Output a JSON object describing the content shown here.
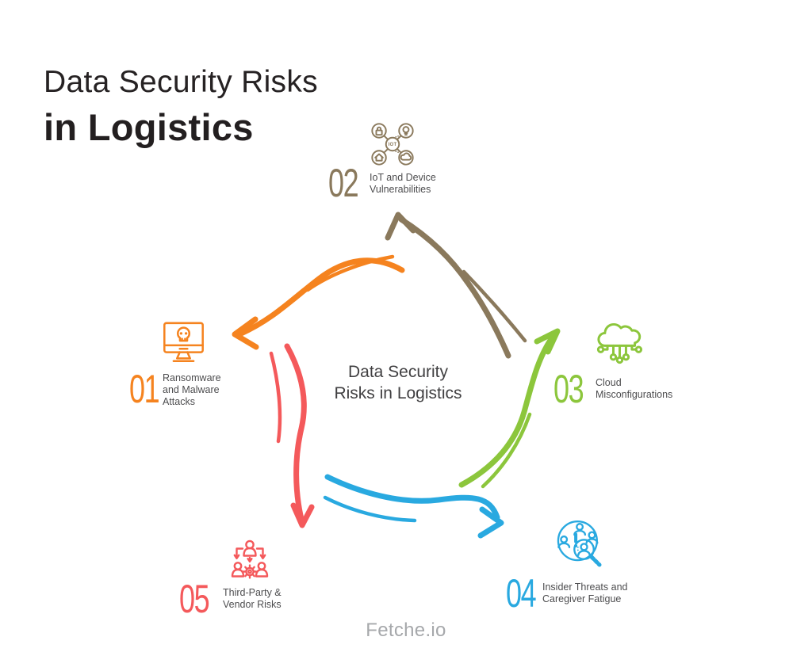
{
  "page": {
    "background": "#ffffff"
  },
  "header": {
    "title_line1": "Data Security Risks",
    "title_line2": "in Logistics"
  },
  "center_label": {
    "line1": "Data Security",
    "line2": "Risks in Logistics"
  },
  "footer": {
    "brand": "Fetche.io"
  },
  "colors": {
    "orange": "#F5831F",
    "brown": "#8A795C",
    "green": "#8CC63C",
    "blue": "#29A9E0",
    "red": "#F4595B",
    "title_text": "#231F20",
    "center_text": "#414042",
    "label_text": "#4D4D4F",
    "brand_text": "#A6A8AB"
  },
  "items": [
    {
      "number": "01",
      "label_lines": [
        "Ransomware",
        "and Malware",
        "Attacks"
      ],
      "color": "#F5831F",
      "icon": "monitor-skull-icon"
    },
    {
      "number": "02",
      "label_lines": [
        "IoT and Device",
        "Vulnerabilities"
      ],
      "color": "#8A795C",
      "icon": "iot-network-icon",
      "icon_text": "IOT"
    },
    {
      "number": "03",
      "label_lines": [
        "Cloud",
        "Misconfigurations"
      ],
      "color": "#8CC63C",
      "icon": "cloud-circuit-icon"
    },
    {
      "number": "04",
      "label_lines": [
        "Insider Threats and",
        "Caregiver Fatigue"
      ],
      "color": "#29A9E0",
      "icon": "magnifier-people-icon"
    },
    {
      "number": "05",
      "label_lines": [
        "Third-Party &",
        "Vendor Risks"
      ],
      "color": "#F4595B",
      "icon": "org-chart-gear-icon"
    }
  ],
  "arrows": [
    {
      "name": "arrow-to-01",
      "color": "#F5831F"
    },
    {
      "name": "arrow-to-02",
      "color": "#8A795C"
    },
    {
      "name": "arrow-to-03",
      "color": "#8CC63C"
    },
    {
      "name": "arrow-to-04",
      "color": "#29A9E0"
    },
    {
      "name": "arrow-to-05",
      "color": "#F4595B"
    }
  ]
}
